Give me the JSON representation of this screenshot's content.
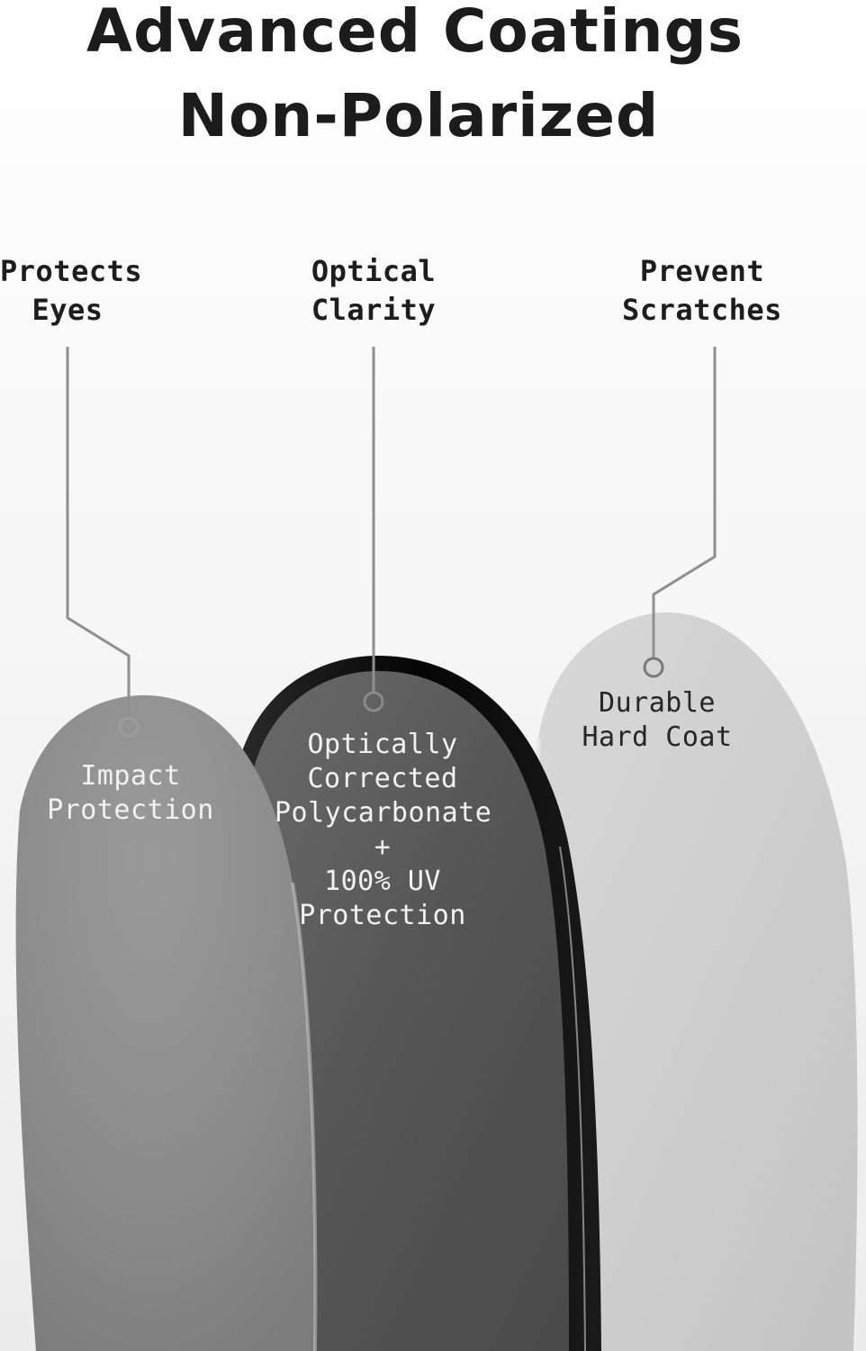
{
  "title": {
    "line1": "Advanced Coatings",
    "line2": "Non-Polarized"
  },
  "callouts": {
    "left": {
      "line1": "Protects",
      "line2": "Eyes"
    },
    "center": {
      "line1": "Optical",
      "line2": "Clarity"
    },
    "right": {
      "line1": "Prevent",
      "line2": "Scratches"
    }
  },
  "lenses": {
    "left": {
      "line1": "Impact",
      "line2": "Protection",
      "color": "#8a8a8a"
    },
    "center": {
      "line1": "Optically",
      "line2": "Corrected",
      "line3": "Polycarbonate",
      "line4": "+",
      "line5": "100% UV",
      "line6": "Protection",
      "color": "#5a5a5a"
    },
    "right": {
      "line1": "Durable",
      "line2": "Hard Coat",
      "color": "#cdcdcd"
    }
  },
  "colors": {
    "title_text": "#1c1c1c",
    "leader_line": "#8f8f8f",
    "rim": "#0e0e0e"
  }
}
